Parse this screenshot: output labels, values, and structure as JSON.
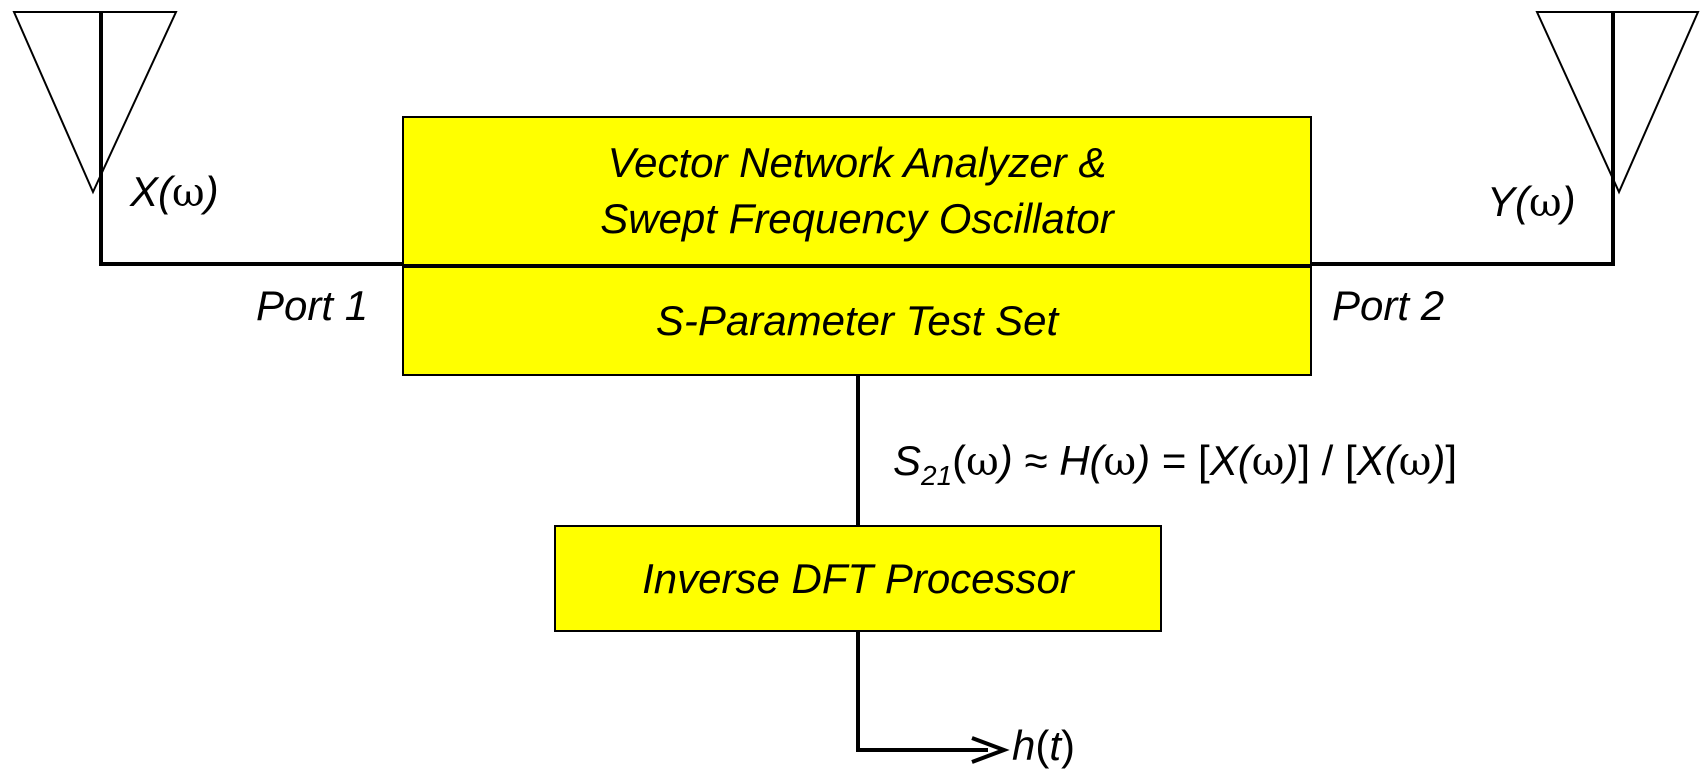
{
  "vna": {
    "line1": "Vector Network Analyzer &",
    "line2": "Swept Frequency Oscillator"
  },
  "test_set": {
    "label": "S-Parameter Test Set"
  },
  "processor": {
    "label": "Inverse DFT Processor"
  },
  "ports": {
    "port1": "Port 1",
    "port2": "Port 2"
  },
  "signals": {
    "x_var": "X",
    "y_var": "Y",
    "omega": "ω",
    "lparen": "(",
    "rparen": ")",
    "s_var": "S",
    "s_sub": "21",
    "approx": " ≈ ",
    "h_var": "H",
    "equals": " = ",
    "lbracket": "[",
    "rbracket": "]",
    "slash": " / ",
    "out_h": "h",
    "out_t": "t"
  },
  "colors": {
    "box_fill": "#ffff00",
    "line": "#000000"
  },
  "icons": {
    "antenna_left": "horn-antenna-icon",
    "antenna_right": "horn-antenna-icon",
    "output_arrow": "arrow-right-icon"
  }
}
